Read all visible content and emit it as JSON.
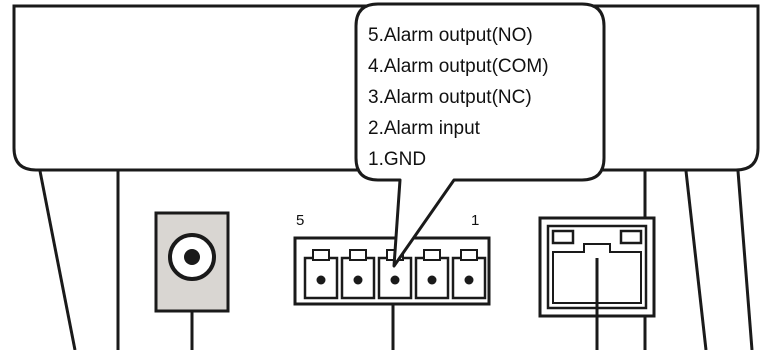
{
  "callout": {
    "lines": [
      "5.Alarm output(NO)",
      "4.Alarm output(COM)",
      "3.Alarm output(NC)",
      "2.Alarm input",
      "1.GND"
    ]
  },
  "connector": {
    "left_pin_label": "5",
    "right_pin_label": "1"
  },
  "colors": {
    "line": "#1a1a1a",
    "background": "#ffffff",
    "power_plate": "#d9d6d2",
    "jack_fill": "#f2f2f2"
  }
}
